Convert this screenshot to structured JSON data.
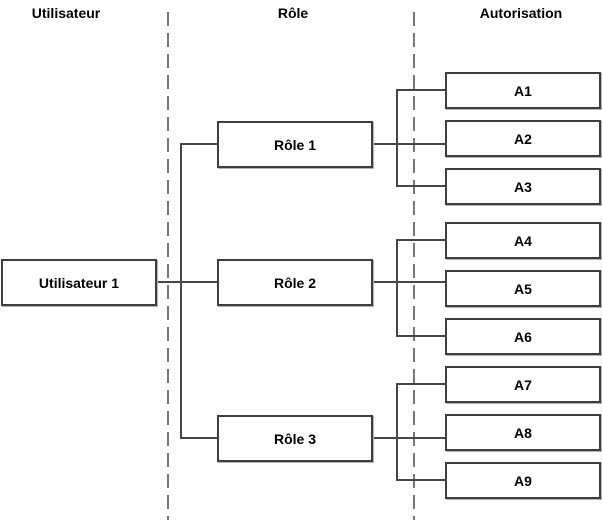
{
  "columns": [
    {
      "label": "Utilisateur"
    },
    {
      "label": "Rôle"
    },
    {
      "label": "Autorisation"
    }
  ],
  "user": {
    "label": "Utilisateur 1"
  },
  "roles": [
    {
      "label": "Rôle 1"
    },
    {
      "label": "Rôle 2"
    },
    {
      "label": "Rôle 3"
    }
  ],
  "authorizations": [
    {
      "label": "A1"
    },
    {
      "label": "A2"
    },
    {
      "label": "A3"
    },
    {
      "label": "A4"
    },
    {
      "label": "A5"
    },
    {
      "label": "A6"
    },
    {
      "label": "A7"
    },
    {
      "label": "A8"
    },
    {
      "label": "A9"
    }
  ],
  "edges": [
    {
      "from": "Utilisateur 1",
      "to": "Rôle 1"
    },
    {
      "from": "Utilisateur 1",
      "to": "Rôle 2"
    },
    {
      "from": "Utilisateur 1",
      "to": "Rôle 3"
    },
    {
      "from": "Rôle 1",
      "to": "A1"
    },
    {
      "from": "Rôle 1",
      "to": "A2"
    },
    {
      "from": "Rôle 1",
      "to": "A3"
    },
    {
      "from": "Rôle 2",
      "to": "A4"
    },
    {
      "from": "Rôle 2",
      "to": "A5"
    },
    {
      "from": "Rôle 2",
      "to": "A6"
    },
    {
      "from": "Rôle 3",
      "to": "A7"
    },
    {
      "from": "Rôle 3",
      "to": "A8"
    },
    {
      "from": "Rôle 3",
      "to": "A9"
    }
  ],
  "colors": {
    "background": "#ffffff",
    "box_border": "#3e3e3e",
    "connector": "#464646",
    "separator_dash": "#777777",
    "box_shadow": "#b4b4b4",
    "text": "#000000"
  }
}
